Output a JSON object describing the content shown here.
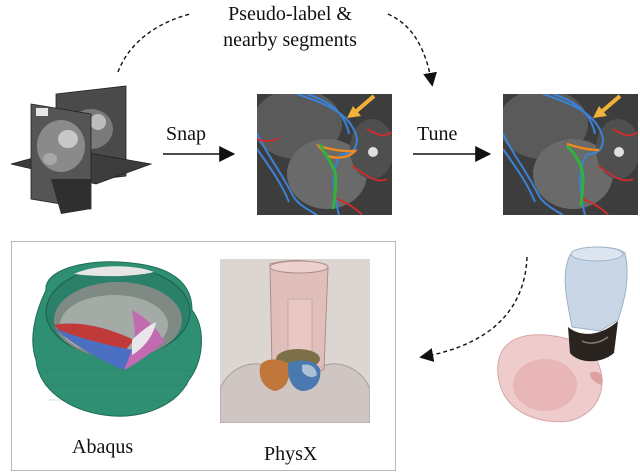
{
  "top_caption": [
    "Pseudo-label &",
    "nearby segments"
  ],
  "steps": {
    "snap": "Snap",
    "tune": "Tune"
  },
  "bottom_labels": {
    "abaqus": "Abaqus",
    "physx": "PhysX"
  },
  "colors": {
    "contour_blue": "#3b82d6",
    "contour_red": "#d42a2a",
    "contour_orange": "#f08a1c",
    "contour_green": "#2fb33a",
    "arrow_yellow": "#f2b23a",
    "valve_green": "#2f8f73",
    "frame_gray": "#b8b8b8"
  }
}
